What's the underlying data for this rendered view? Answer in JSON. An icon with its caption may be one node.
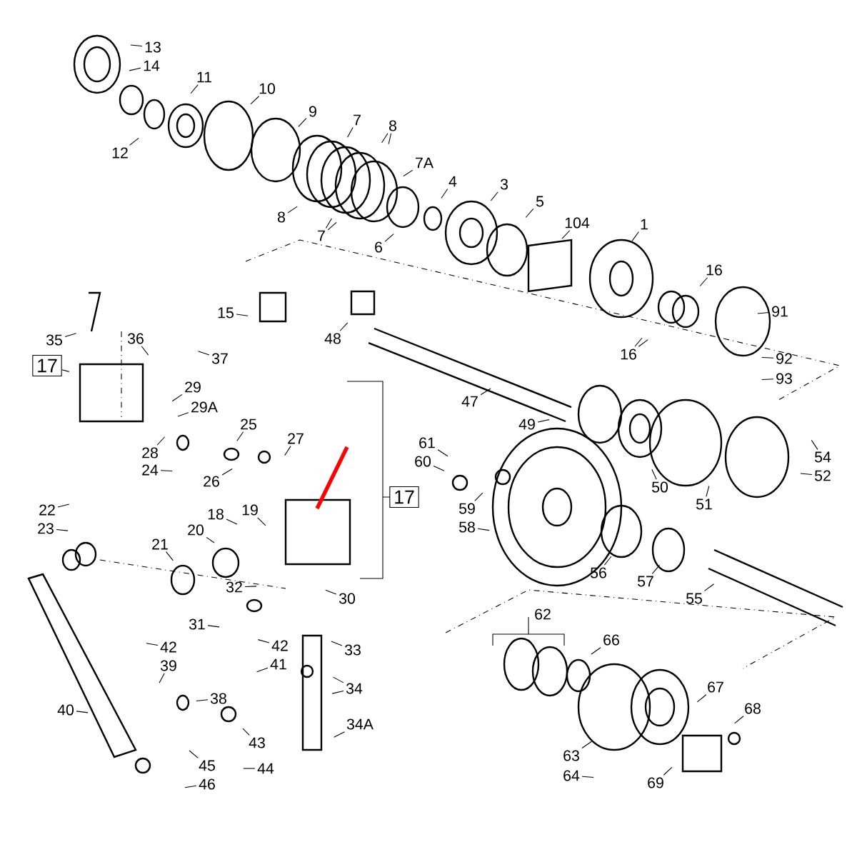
{
  "diagram": {
    "nodes": [
      {
        "text": [
          "13"
        ]
      },
      {
        "text": [
          "14"
        ]
      },
      {
        "text": [
          "11"
        ]
      },
      {
        "text": [
          "10"
        ]
      },
      {
        "text": [
          "9"
        ]
      },
      {
        "text": [
          "7"
        ]
      },
      {
        "text": [
          "8"
        ]
      },
      {
        "text": [
          "12"
        ]
      },
      {
        "text": [
          "8"
        ]
      },
      {
        "text": [
          "7"
        ]
      },
      {
        "text": [
          "6"
        ]
      },
      {
        "text": [
          "7A"
        ]
      },
      {
        "text": [
          "4"
        ]
      },
      {
        "text": [
          "3"
        ]
      },
      {
        "text": [
          "5"
        ]
      },
      {
        "text": [
          "104"
        ]
      },
      {
        "text": [
          "1"
        ]
      },
      {
        "text": [
          "16"
        ]
      },
      {
        "text": [
          "16"
        ]
      },
      {
        "text": [
          "91"
        ]
      },
      {
        "text": [
          "92"
        ]
      },
      {
        "text": [
          "93"
        ]
      },
      {
        "text": [
          "15"
        ]
      },
      {
        "text": [
          "48"
        ]
      },
      {
        "text": [
          "47"
        ]
      },
      {
        "text": [
          "49"
        ]
      },
      {
        "text": [
          "35"
        ]
      },
      {
        "text": [
          "36"
        ]
      },
      {
        "text": [
          "37"
        ]
      },
      {
        "text": [
          "17"
        ]
      },
      {
        "text": [
          "29"
        ]
      },
      {
        "text": [
          "29A"
        ]
      },
      {
        "text": [
          "25"
        ]
      },
      {
        "text": [
          "27"
        ]
      },
      {
        "text": [
          "28"
        ]
      },
      {
        "text": [
          "24"
        ]
      },
      {
        "text": [
          "26"
        ]
      },
      {
        "text": [
          "17"
        ]
      },
      {
        "text": [
          "61"
        ]
      },
      {
        "text": [
          "60"
        ]
      },
      {
        "text": [
          "54"
        ]
      },
      {
        "text": [
          "52"
        ]
      },
      {
        "text": [
          "50"
        ]
      },
      {
        "text": [
          "51"
        ]
      },
      {
        "text": [
          "59"
        ]
      },
      {
        "text": [
          "58"
        ]
      },
      {
        "text": [
          "56"
        ]
      },
      {
        "text": [
          "57"
        ]
      },
      {
        "text": [
          "55"
        ]
      },
      {
        "text": [
          "22"
        ]
      },
      {
        "text": [
          "23"
        ]
      },
      {
        "text": [
          "18"
        ]
      },
      {
        "text": [
          "19"
        ]
      },
      {
        "text": [
          "20"
        ]
      },
      {
        "text": [
          "21"
        ]
      },
      {
        "text": [
          "32"
        ]
      },
      {
        "text": [
          "30"
        ]
      },
      {
        "text": [
          "31"
        ]
      },
      {
        "text": [
          "33"
        ]
      },
      {
        "text": [
          "42"
        ]
      },
      {
        "text": [
          "39"
        ]
      },
      {
        "text": [
          "42"
        ]
      },
      {
        "text": [
          "41"
        ]
      },
      {
        "text": [
          "40"
        ]
      },
      {
        "text": [
          "38"
        ]
      },
      {
        "text": [
          "34"
        ]
      },
      {
        "text": [
          "34A"
        ]
      },
      {
        "text": [
          "43"
        ]
      },
      {
        "text": [
          "44"
        ]
      },
      {
        "text": [
          "45"
        ]
      },
      {
        "text": [
          "46"
        ]
      },
      {
        "text": [
          "62"
        ]
      },
      {
        "text": [
          "66"
        ]
      },
      {
        "text": [
          "67"
        ]
      },
      {
        "text": [
          "68"
        ]
      },
      {
        "text": [
          "63"
        ]
      },
      {
        "text": [
          "64"
        ]
      },
      {
        "text": [
          "69"
        ]
      }
    ],
    "edges": [
      {
        "from": 0,
        "to": null,
        "arrow": "none"
      },
      {
        "from": 1,
        "to": null,
        "arrow": "none"
      },
      {
        "from": 2,
        "to": null,
        "arrow": "none"
      },
      {
        "from": 3,
        "to": null,
        "arrow": "none"
      },
      {
        "from": 4,
        "to": null,
        "arrow": "none"
      },
      {
        "from": 5,
        "to": null,
        "arrow": "none"
      },
      {
        "from": 6,
        "to": null,
        "arrow": "none"
      },
      {
        "from": 6,
        "to": null,
        "arrow": "none"
      },
      {
        "from": 7,
        "to": null,
        "arrow": "none"
      },
      {
        "from": 8,
        "to": null,
        "arrow": "none"
      },
      {
        "from": 9,
        "to": null,
        "arrow": "none"
      },
      {
        "from": 9,
        "to": null,
        "arrow": "none"
      },
      {
        "from": 10,
        "to": null,
        "arrow": "none"
      },
      {
        "from": 11,
        "to": null,
        "arrow": "none"
      },
      {
        "from": 12,
        "to": null,
        "arrow": "none"
      },
      {
        "from": 13,
        "to": null,
        "arrow": "none"
      },
      {
        "from": 14,
        "to": null,
        "arrow": "none"
      },
      {
        "from": 15,
        "to": null,
        "arrow": "none"
      },
      {
        "from": 16,
        "to": null,
        "arrow": "none"
      },
      {
        "from": 17,
        "to": null,
        "arrow": "none"
      },
      {
        "from": 18,
        "to": null,
        "arrow": "none"
      },
      {
        "from": 18,
        "to": null,
        "arrow": "none"
      },
      {
        "from": 19,
        "to": null,
        "arrow": "none"
      },
      {
        "from": 20,
        "to": null,
        "arrow": "none"
      },
      {
        "from": 21,
        "to": null,
        "arrow": "none"
      },
      {
        "from": 22,
        "to": null,
        "arrow": "none"
      },
      {
        "from": 23,
        "to": null,
        "arrow": "none"
      },
      {
        "from": 24,
        "to": null,
        "arrow": "none"
      },
      {
        "from": 25,
        "to": null,
        "arrow": "none"
      },
      {
        "from": 26,
        "to": null,
        "arrow": "none"
      },
      {
        "from": 27,
        "to": null,
        "arrow": "none"
      },
      {
        "from": 28,
        "to": null,
        "arrow": "none"
      },
      {
        "from": 29,
        "to": null,
        "arrow": "none"
      },
      {
        "from": 30,
        "to": null,
        "arrow": "none"
      },
      {
        "from": 31,
        "to": null,
        "arrow": "none"
      },
      {
        "from": 32,
        "to": null,
        "arrow": "none"
      },
      {
        "from": 33,
        "to": null,
        "arrow": "none"
      },
      {
        "from": 34,
        "to": null,
        "arrow": "none"
      },
      {
        "from": 35,
        "to": null,
        "arrow": "none"
      },
      {
        "from": 36,
        "to": null,
        "arrow": "none"
      },
      {
        "from": 38,
        "to": null,
        "arrow": "none"
      },
      {
        "from": 39,
        "to": null,
        "arrow": "none"
      },
      {
        "from": 40,
        "to": null,
        "arrow": "none"
      },
      {
        "from": 41,
        "to": null,
        "arrow": "none"
      },
      {
        "from": 42,
        "to": null,
        "arrow": "none"
      },
      {
        "from": 43,
        "to": null,
        "arrow": "none"
      },
      {
        "from": 44,
        "to": null,
        "arrow": "none"
      },
      {
        "from": 45,
        "to": null,
        "arrow": "none"
      },
      {
        "from": 46,
        "to": null,
        "arrow": "none"
      },
      {
        "from": 47,
        "to": null,
        "arrow": "none"
      },
      {
        "from": 48,
        "to": null,
        "arrow": "none"
      },
      {
        "from": 49,
        "to": null,
        "arrow": "none"
      },
      {
        "from": 50,
        "to": null,
        "arrow": "none"
      },
      {
        "from": 51,
        "to": null,
        "arrow": "none"
      },
      {
        "from": 52,
        "to": null,
        "arrow": "none"
      },
      {
        "from": 53,
        "to": null,
        "arrow": "none"
      },
      {
        "from": 54,
        "to": null,
        "arrow": "none"
      },
      {
        "from": 55,
        "to": null,
        "arrow": "none"
      },
      {
        "from": 56,
        "to": null,
        "arrow": "none"
      },
      {
        "from": 57,
        "to": null,
        "arrow": "none"
      },
      {
        "from": 58,
        "to": null,
        "arrow": "none"
      },
      {
        "from": 59,
        "to": null,
        "arrow": "none"
      },
      {
        "from": 60,
        "to": null,
        "arrow": "none"
      },
      {
        "from": 61,
        "to": null,
        "arrow": "none"
      },
      {
        "from": 62,
        "to": null,
        "arrow": "none"
      },
      {
        "from": 63,
        "to": null,
        "arrow": "none"
      },
      {
        "from": 64,
        "to": null,
        "arrow": "none"
      },
      {
        "from": 65,
        "to": null,
        "arrow": "none"
      },
      {
        "from": 65,
        "to": null,
        "arrow": "none"
      },
      {
        "from": 66,
        "to": null,
        "arrow": "none"
      },
      {
        "from": 67,
        "to": null,
        "arrow": "none"
      },
      {
        "from": 68,
        "to": null,
        "arrow": "none"
      },
      {
        "from": 69,
        "to": null,
        "arrow": "none"
      },
      {
        "from": 70,
        "to": null,
        "arrow": "none"
      },
      {
        "from": 72,
        "to": null,
        "arrow": "none"
      },
      {
        "from": 73,
        "to": null,
        "arrow": "none"
      },
      {
        "from": 74,
        "to": null,
        "arrow": "none"
      },
      {
        "from": 75,
        "to": null,
        "arrow": "none"
      },
      {
        "from": 76,
        "to": null,
        "arrow": "none"
      },
      {
        "from": 77,
        "to": null,
        "arrow": "none"
      }
    ]
  }
}
